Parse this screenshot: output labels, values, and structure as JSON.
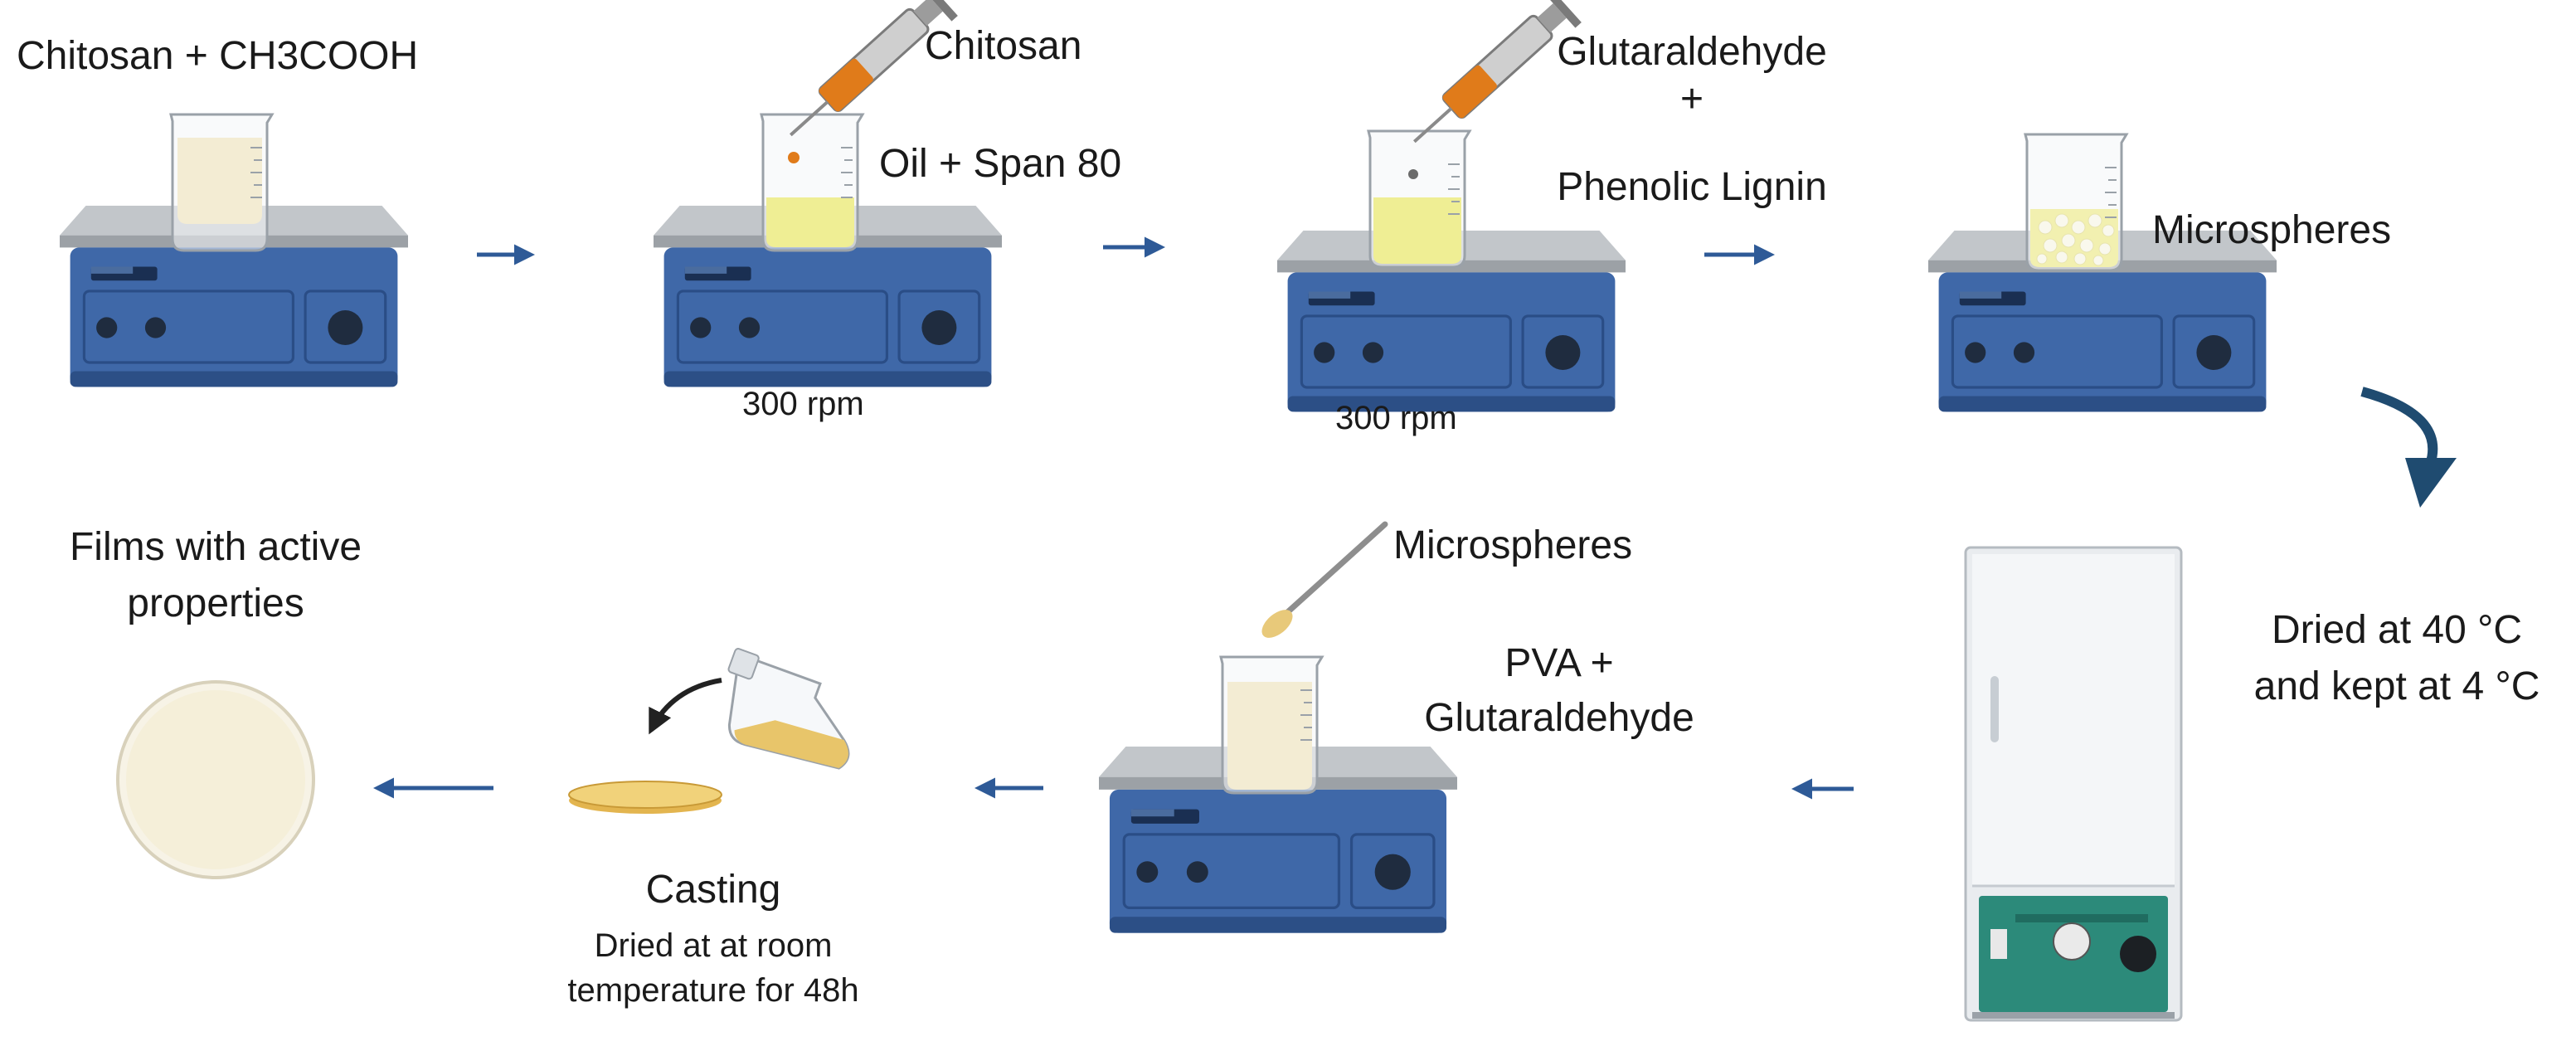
{
  "steps": {
    "step1": {
      "label": "Chitosan + CH3COOH"
    },
    "step2": {
      "syringe_label": "Chitosan",
      "beaker_label": "Oil + Span 80",
      "speed": "300 rpm"
    },
    "step3": {
      "syringe_label_1": "Glutaraldehyde",
      "plus": "+",
      "syringe_label_2": "Phenolic Lignin",
      "speed": "300 rpm"
    },
    "step4": {
      "label": "Microspheres"
    },
    "step5": {
      "line1": "Dried at 40 °C",
      "line2": "and kept at 4 °C"
    },
    "step6": {
      "spatula_label": "Microspheres",
      "line1": "PVA +",
      "line2": "Glutaraldehyde"
    },
    "step7": {
      "title": "Casting",
      "line1": "Dried at at room",
      "line2": "temperature for 48h"
    },
    "step8": {
      "line1": "Films with active",
      "line2": "properties"
    }
  },
  "colors": {
    "stirrer_blue": "#3f68a8",
    "stirrer_dark": "#23457e",
    "plate_gray": "#b9bec3",
    "arrow_blue": "#2e5a97",
    "yellow_liquid": "#e9e41b",
    "beige_liquid": "#f2dfa6",
    "oven_white": "#eef0f2",
    "oven_panel": "#2c8a7a"
  },
  "icons": [
    "stirrer-icon",
    "beaker-icon",
    "syringe-icon",
    "spatula-icon",
    "flask-icon",
    "petri-dish-icon",
    "oven-icon",
    "curved-arrow-icon",
    "arrow-right-icon",
    "arrow-left-icon"
  ]
}
